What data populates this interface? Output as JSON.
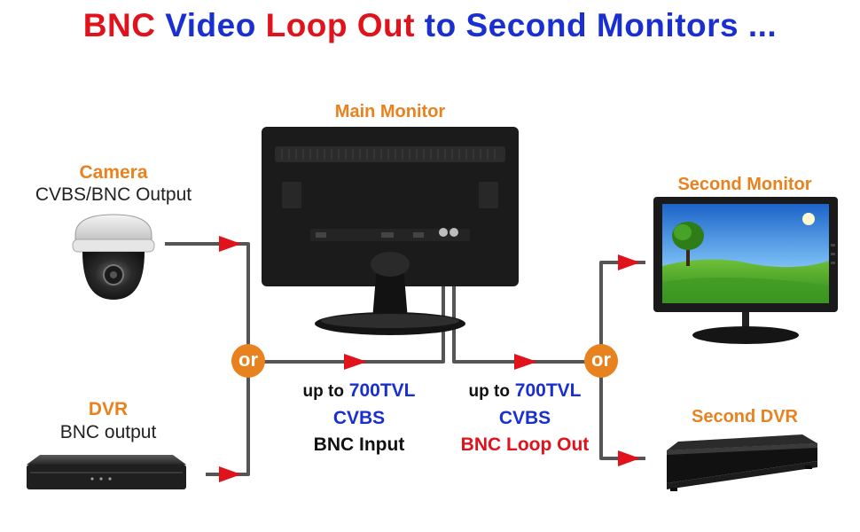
{
  "title": {
    "word1": "BNC",
    "word2": "Video",
    "word3": "Loop Out",
    "word4": "to Second Monitors ..."
  },
  "colors": {
    "red": "#e0121b",
    "blue": "#1a2fd0",
    "orange": "#e8821e",
    "cable": "#555555"
  },
  "labels": {
    "main_monitor": "Main Monitor",
    "camera_title": "Camera",
    "camera_sub": "CVBS/BNC Output",
    "dvr_title": "DVR",
    "dvr_sub": "BNC output",
    "second_monitor": "Second Monitor",
    "second_dvr": "Second DVR",
    "or": "or"
  },
  "input_spec": {
    "line1_prefix": "up to",
    "line1_value": "700TVL",
    "line2": "CVBS",
    "line3": "BNC Input"
  },
  "output_spec": {
    "line1_prefix": "up to",
    "line1_value": "700TVL",
    "line2": "CVBS",
    "line3": "BNC Loop Out"
  },
  "icons": [
    "dome-camera-icon",
    "dvr-icon",
    "monitor-back-icon",
    "monitor-front-icon",
    "arrow-right-icon",
    "arrow-up-icon"
  ]
}
